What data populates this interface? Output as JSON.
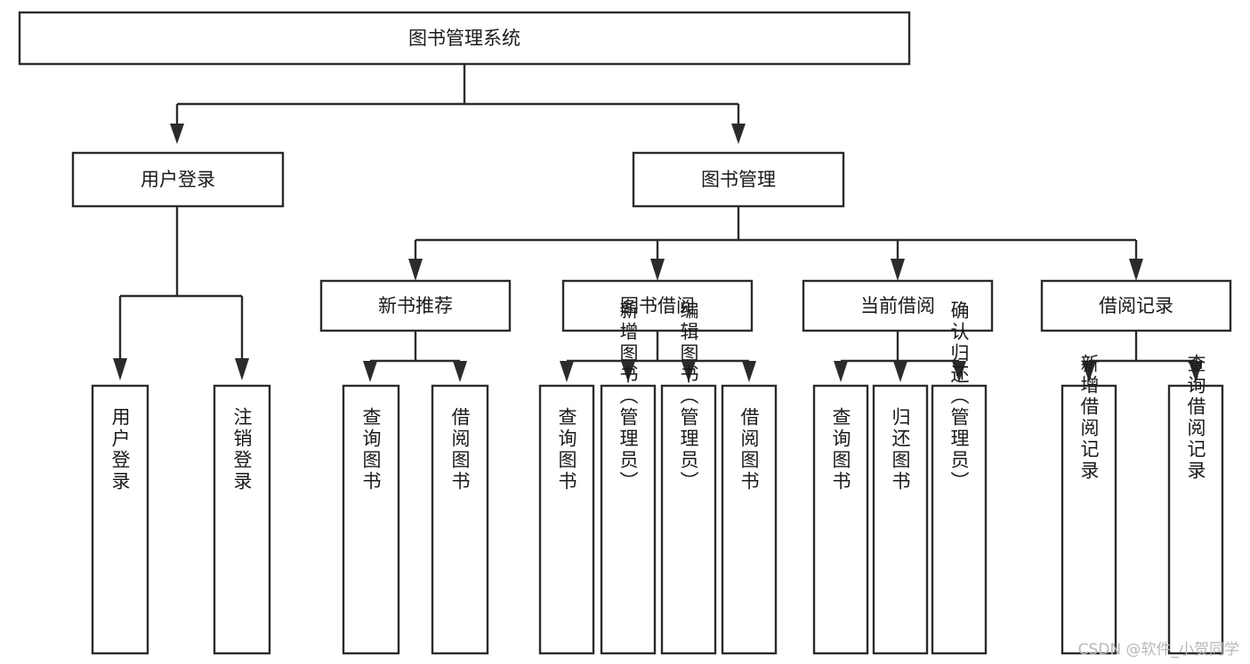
{
  "diagram": {
    "type": "tree",
    "title": "图书管理系统",
    "orientation": "top-down",
    "colors": {
      "background": "#ffffff",
      "box_stroke": "#2b2b2b",
      "box_fill": "#ffffff",
      "text": "#1a1a1a",
      "watermark": "#b8b8b8"
    },
    "root": {
      "label": "图书管理系统",
      "level": 0,
      "text_orientation": "horizontal"
    },
    "level1": [
      {
        "label": "用户登录",
        "text_orientation": "horizontal"
      },
      {
        "label": "图书管理",
        "text_orientation": "horizontal"
      }
    ],
    "level2": [
      {
        "label": "新书推荐",
        "parent": "图书管理",
        "text_orientation": "horizontal"
      },
      {
        "label": "图书借阅",
        "parent": "图书管理",
        "text_orientation": "horizontal"
      },
      {
        "label": "当前借阅",
        "parent": "图书管理",
        "text_orientation": "horizontal"
      },
      {
        "label": "借阅记录",
        "parent": "图书管理",
        "text_orientation": "horizontal"
      }
    ],
    "leaves": {
      "用户登录": [
        {
          "label": "用户登录",
          "text_orientation": "vertical"
        },
        {
          "label": "注销登录",
          "text_orientation": "vertical"
        }
      ],
      "新书推荐": [
        {
          "label": "查询图书",
          "text_orientation": "vertical"
        },
        {
          "label": "借阅图书",
          "text_orientation": "vertical"
        }
      ],
      "图书借阅": [
        {
          "label": "查询图书",
          "text_orientation": "vertical"
        },
        {
          "label": "新增图书（管理员）",
          "text_orientation": "vertical"
        },
        {
          "label": "编辑图书（管理员）",
          "text_orientation": "vertical"
        },
        {
          "label": "借阅图书",
          "text_orientation": "vertical"
        }
      ],
      "当前借阅": [
        {
          "label": "查询图书",
          "text_orientation": "vertical"
        },
        {
          "label": "归还图书",
          "text_orientation": "vertical"
        },
        {
          "label": "确认归还（管理员）",
          "text_orientation": "vertical"
        }
      ],
      "借阅记录": [
        {
          "label": "新增借阅记录",
          "text_orientation": "vertical"
        },
        {
          "label": "查询借阅记录",
          "text_orientation": "vertical"
        }
      ]
    }
  },
  "watermark": {
    "text": "CSDN @软件_小贺同学"
  }
}
